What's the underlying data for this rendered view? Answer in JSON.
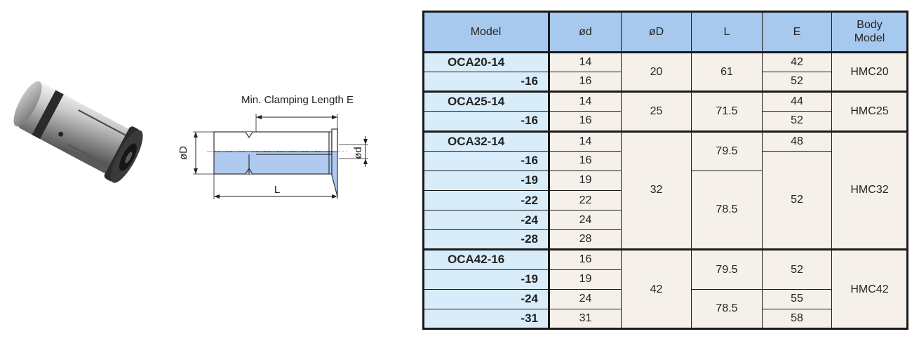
{
  "photo": {
    "icon": "collet-photo"
  },
  "drawing": {
    "label_min_clamp": "Min. Clamping Length E",
    "label_D": "øD",
    "label_d": "ød",
    "label_L": "L"
  },
  "table": {
    "headers": {
      "model": "Model",
      "d": "ød",
      "D": "øD",
      "L": "L",
      "E": "E",
      "body_line1": "Body",
      "body_line2": "Model"
    },
    "groups": [
      {
        "models": [
          "OCA20-14",
          "-16"
        ],
        "d": [
          "14",
          "16"
        ],
        "D": "20",
        "L": [
          "61"
        ],
        "E": [
          "42",
          "52"
        ],
        "body": "HMC20"
      },
      {
        "models": [
          "OCA25-14",
          "-16"
        ],
        "d": [
          "14",
          "16"
        ],
        "D": "25",
        "L": [
          "71.5"
        ],
        "E": [
          "44",
          "52"
        ],
        "body": "HMC25"
      },
      {
        "models": [
          "OCA32-14",
          "-16",
          "-19",
          "-22",
          "-24",
          "-28"
        ],
        "d": [
          "14",
          "16",
          "19",
          "22",
          "24",
          "28"
        ],
        "D": "32",
        "L": [
          "79.5",
          "78.5"
        ],
        "E": [
          "48",
          "52"
        ],
        "body": "HMC32"
      },
      {
        "models": [
          "OCA42-16",
          "-19",
          "-24",
          "-31"
        ],
        "d": [
          "16",
          "19",
          "24",
          "31"
        ],
        "D": "42",
        "L": [
          "79.5",
          "78.5"
        ],
        "E": [
          "52",
          "55",
          "58"
        ],
        "body": "HMC42"
      }
    ]
  }
}
